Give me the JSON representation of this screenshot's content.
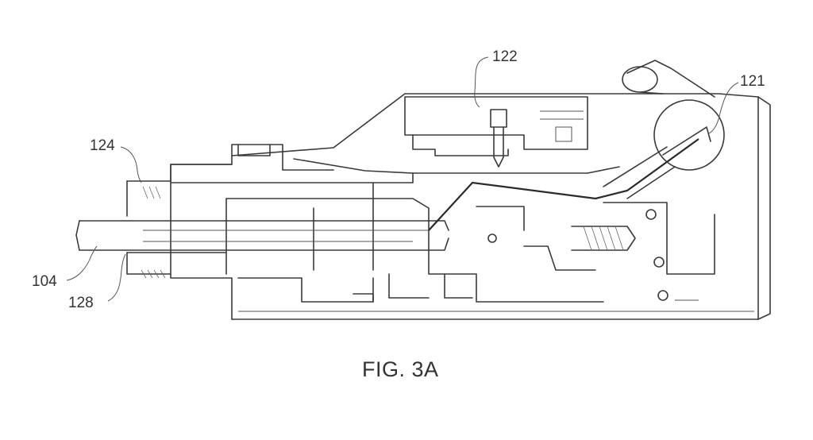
{
  "figure": {
    "caption": "FIG. 3A",
    "reference_labels": {
      "r122": "122",
      "r121": "121",
      "r124": "124",
      "r104": "104",
      "r128": "128"
    }
  },
  "colors": {
    "line": "#3a3a3a",
    "text": "#333333",
    "background": "#ffffff"
  }
}
